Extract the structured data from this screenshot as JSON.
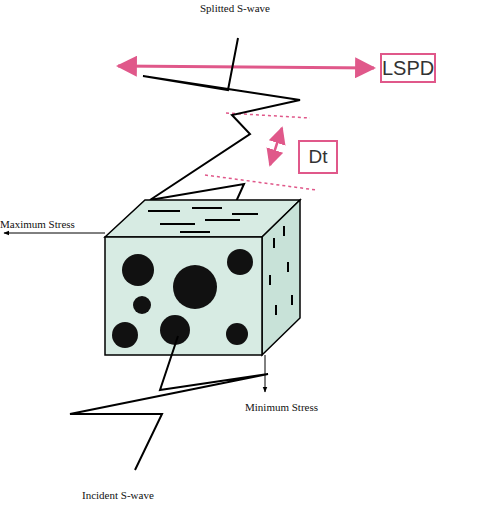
{
  "diagram": {
    "nodes": [
      {
        "text": [
          "LSPD"
        ]
      },
      {
        "text": [
          "Dt"
        ]
      }
    ],
    "labels": [
      "Splitted S-wave",
      "Maximum Stress",
      "Minimum Stress",
      "Incident S-wave"
    ]
  }
}
